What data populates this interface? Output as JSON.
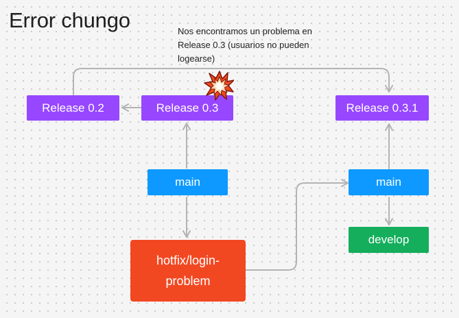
{
  "title": "Error chungo",
  "note": "Nos encontramos un problema en Release 0.3 (usuarios no pueden logearse)",
  "nodes": {
    "release_02": "Release 0.2",
    "release_03": "Release 0.3",
    "release_031": "Release 0.3.1",
    "main_left": "main",
    "main_right": "main",
    "hotfix": "hotfix/login-problem",
    "develop": "develop"
  },
  "icons": {
    "error": "collision-icon"
  },
  "colors": {
    "release": "#9747ff",
    "main": "#0d99ff",
    "develop": "#14ae5c",
    "hotfix": "#f24822",
    "connector": "#b3b3b3"
  }
}
